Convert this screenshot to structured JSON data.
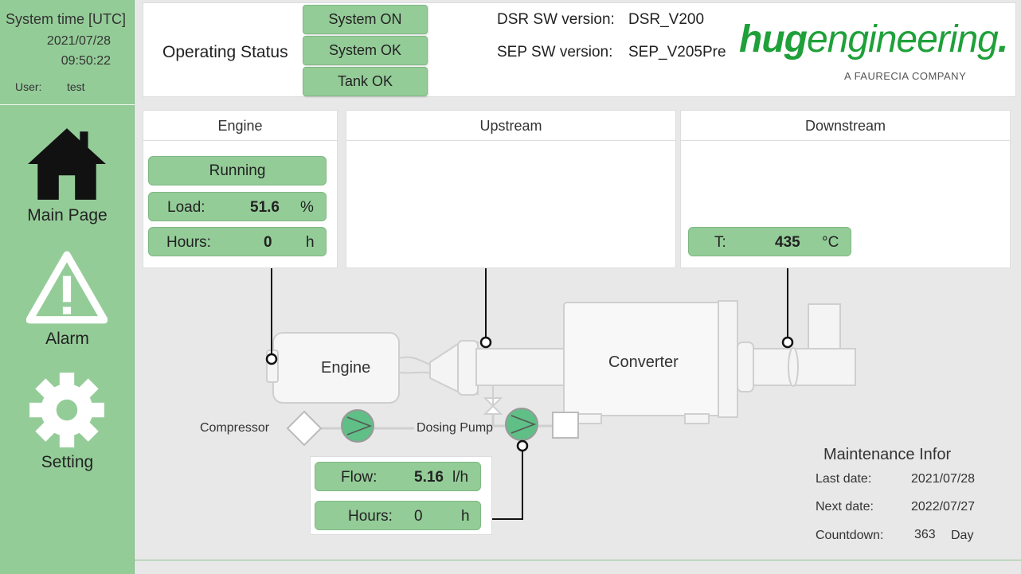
{
  "sidebar": {
    "system_time_label": "System time [UTC]",
    "date": "2021/07/28",
    "time": "09:50:22",
    "user_label": "User:",
    "user_value": "test",
    "nav": [
      {
        "label": "Main Page",
        "icon": "home-icon"
      },
      {
        "label": "Alarm",
        "icon": "alarm-icon"
      },
      {
        "label": "Setting",
        "icon": "gear-icon"
      }
    ]
  },
  "header": {
    "operating_status_label": "Operating Status",
    "status_buttons": [
      "System ON",
      "System OK",
      "Tank OK"
    ],
    "dsr_label": "DSR SW version:",
    "dsr_value": "DSR_V200",
    "sep_label": "SEP SW version:",
    "sep_value": "SEP_V205Pre",
    "logo_bold": "hug",
    "logo_light": "engineering",
    "logo_dot": ".",
    "logo_sub": "A FAURECIA COMPANY"
  },
  "engine_panel": {
    "title": "Engine",
    "state": "Running",
    "load_label": "Load:",
    "load_value": "51.6",
    "load_unit": "%",
    "hours_label": "Hours:",
    "hours_value": "0",
    "hours_unit": "h"
  },
  "upstream_panel": {
    "title": "Upstream"
  },
  "downstream_panel": {
    "title": "Downstream",
    "t_label": "T:",
    "t_value": "435",
    "t_unit": "°C"
  },
  "diagram": {
    "engine_label": "Engine",
    "converter_label": "Converter",
    "compressor_label": "Compressor",
    "dosing_pump_label": "Dosing Pump"
  },
  "flow_box": {
    "flow_label": "Flow:",
    "flow_value": "5.16",
    "flow_unit": "l/h",
    "hours_label": "Hours:",
    "hours_value": "0",
    "hours_unit": "h"
  },
  "maintenance": {
    "title": "Maintenance Infor",
    "last_label": "Last date:",
    "last_value": "2021/07/28",
    "next_label": "Next date:",
    "next_value": "2022/07/27",
    "countdown_label": "Countdown:",
    "countdown_value": "363",
    "countdown_unit": "Day"
  },
  "colors": {
    "accent_green": "#94cc98",
    "logo_green": "#1fa03a",
    "pump_green": "#5fbf86"
  }
}
